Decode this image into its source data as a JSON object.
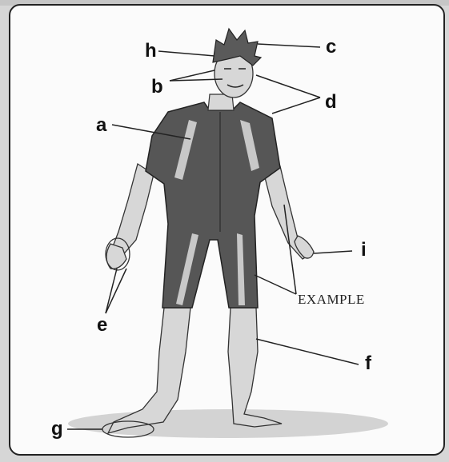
{
  "labels": {
    "a": "a",
    "b": "b",
    "c": "c",
    "d": "d",
    "e": "e",
    "f": "f",
    "g": "g",
    "h": "h",
    "i": "i"
  },
  "example_label": "EXAMPLE",
  "colors": {
    "suit": "#565656",
    "suit_stripe": "#c8c8c8",
    "skin": "#d7d7d7",
    "hair": "#5a5a5a",
    "line": "#222222"
  }
}
